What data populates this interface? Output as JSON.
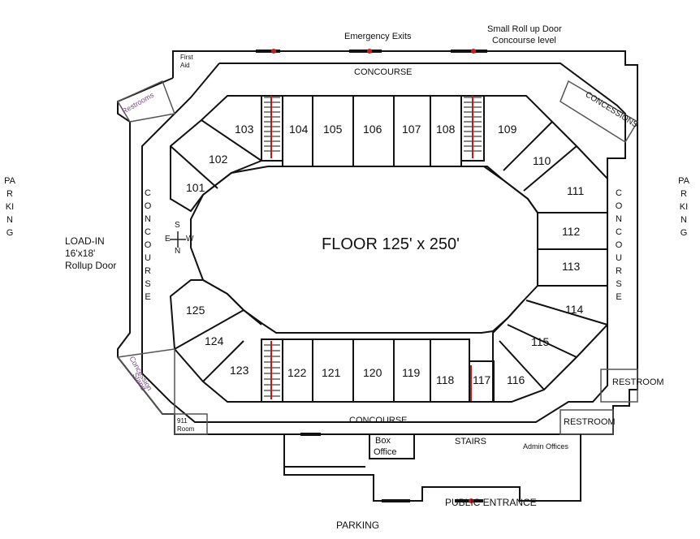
{
  "floor": "FLOOR 125' x 250'",
  "labels": {
    "emergency_exits": "Emergency Exits",
    "roll_up_door_1": "Small Roll up Door",
    "roll_up_door_2": "Concourse level",
    "concourse_top": "CONCOURSE",
    "concourse_bottom": "CONCOURSE",
    "concourse_left": "CONCOURSE",
    "concourse_right": "CONCOURSE",
    "parking_left": "PARKING",
    "parking_right": "PARKING",
    "parking_bottom": "PARKING",
    "load_in_1": "LOAD-IN",
    "load_in_2": "16'x18'",
    "load_in_3": "Rollup Door",
    "first_aid_1": "First",
    "first_aid_2": "Aid",
    "restrooms_tl": "Restrooms",
    "concessions_tr": "CONCESSIONS",
    "concession_stand_1": "Concession",
    "concession_stand_2": "Stand",
    "room_911_1": "911",
    "room_911_2": "Room",
    "restroom_1": "RESTROOM",
    "restroom_2": "RESTROOM",
    "box_office_1": "Box",
    "box_office_2": "Office",
    "stairs": "STAIRS",
    "admin_offices": "Admin Offices",
    "public_entrance": "PUBLIC ENTRANCE",
    "compass_n": "N",
    "compass_s": "S",
    "compass_e": "E",
    "compass_w": "W"
  },
  "sections": [
    "101",
    "102",
    "103",
    "104",
    "105",
    "106",
    "107",
    "108",
    "109",
    "110",
    "111",
    "112",
    "113",
    "114",
    "115",
    "116",
    "117",
    "118",
    "119",
    "120",
    "121",
    "122",
    "123",
    "124",
    "125"
  ],
  "colors": {
    "wall": "#111111",
    "exit": "#d11a1a",
    "seat_marker": "#b07090",
    "annotation": "#7a4a8a"
  }
}
